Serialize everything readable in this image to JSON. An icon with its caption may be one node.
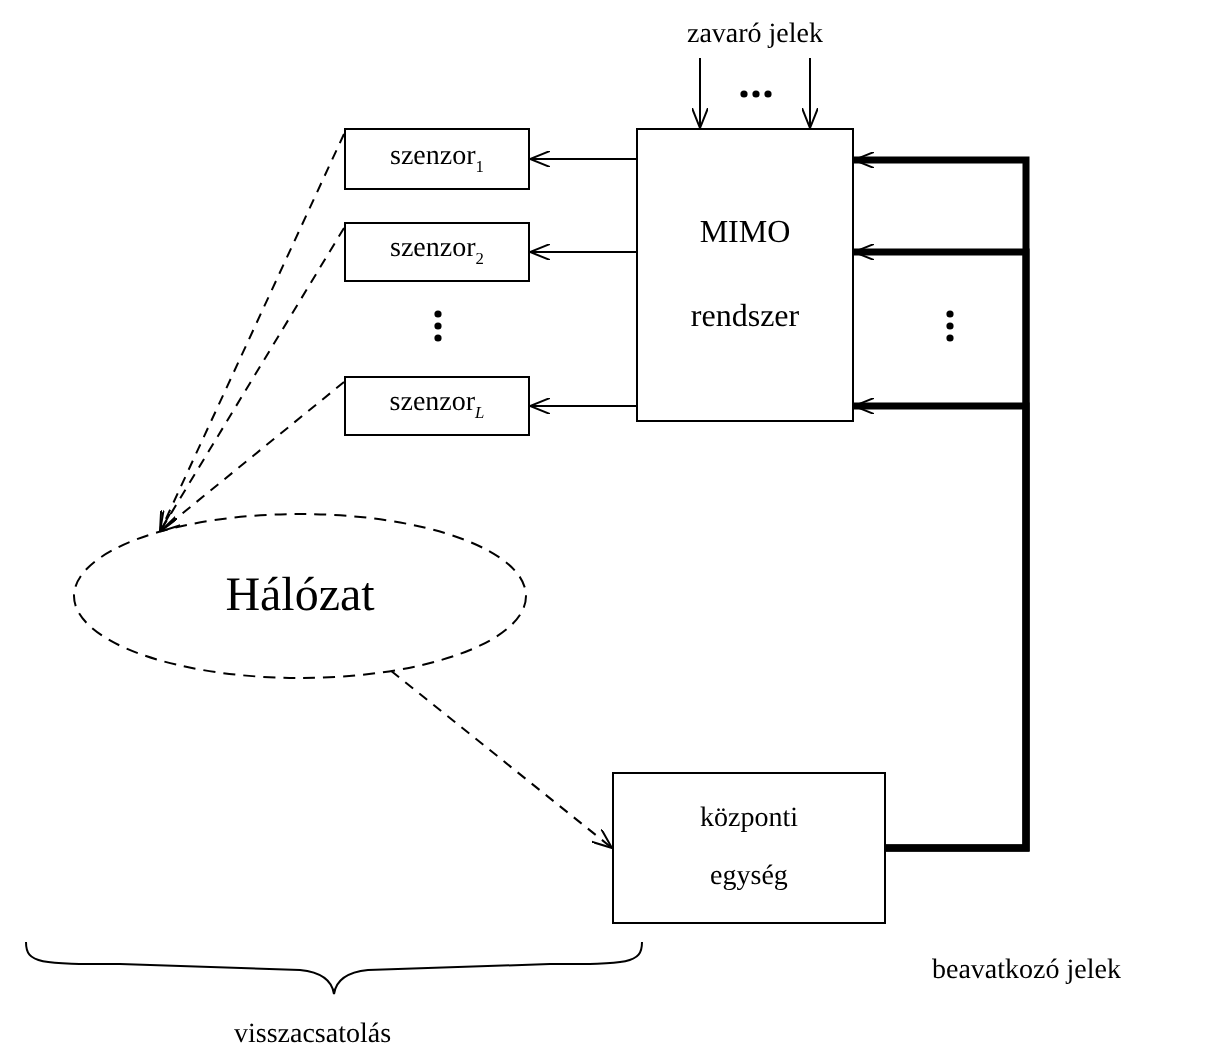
{
  "diagram": {
    "nodes": [
      {
        "text": [
          "zavaró jelek"
        ]
      },
      {
        "text": [
          "szenzor$_{1}$"
        ]
      },
      {
        "text": [
          "szenzor$_{2}$"
        ]
      },
      {
        "text": [
          "szenzor$_{L}$"
        ]
      },
      {
        "text": [
          "MIMO rendszer"
        ]
      },
      {
        "text": [
          "Hálózat"
        ]
      },
      {
        "text": [
          "központi egység"
        ]
      }
    ],
    "edges": [
      {
        "from": 0,
        "to": 4,
        "arrow": "to"
      },
      {
        "from": 0,
        "to": 4,
        "arrow": "to"
      },
      {
        "from": 4,
        "to": 1,
        "arrow": "to"
      },
      {
        "from": 4,
        "to": 2,
        "arrow": "to"
      },
      {
        "from": 4,
        "to": 3,
        "arrow": "to"
      },
      {
        "from": 1,
        "to": 5,
        "arrow": "to",
        "style": "dashed"
      },
      {
        "from": 2,
        "to": 5,
        "arrow": "to",
        "style": "dashed"
      },
      {
        "from": 3,
        "to": 5,
        "arrow": "to",
        "style": "dashed"
      },
      {
        "from": 5,
        "to": 6,
        "arrow": "to",
        "style": "dashed"
      },
      {
        "from": 6,
        "to": 4,
        "arrow": "to",
        "style": "thick"
      },
      {
        "from": 6,
        "to": 4,
        "arrow": "to",
        "style": "thick"
      },
      {
        "from": 6,
        "to": 4,
        "arrow": "to",
        "style": "thick"
      }
    ],
    "labels": [
      "beavatkozó jelek",
      "visszacsatolás"
    ]
  }
}
